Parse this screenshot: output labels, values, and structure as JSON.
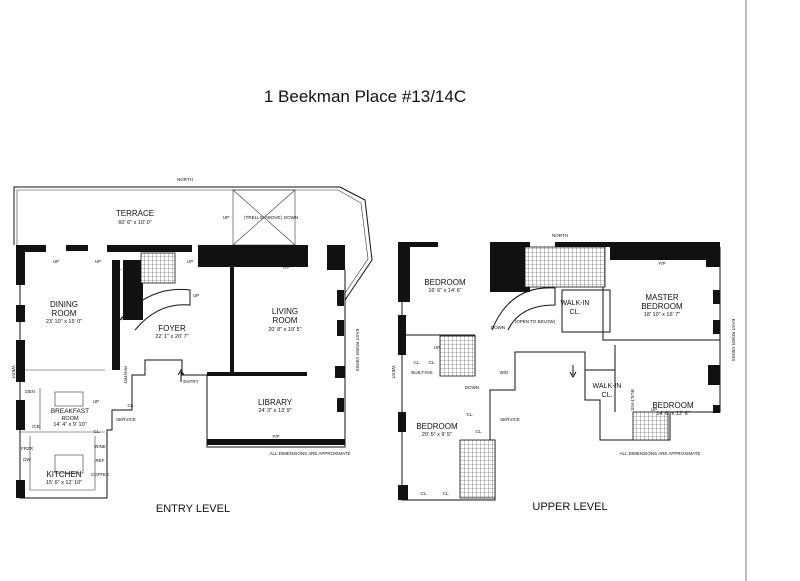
{
  "title": "1 Beekman Place #13/14C",
  "entry_level": {
    "label": "ENTRY LEVEL",
    "north": "NORTH",
    "west": "WEST",
    "east": "EAST RIVER VIEWS",
    "note": "ALL DIMENSIONS ARE APPROXIMATE",
    "terrace": {
      "name": "TERRACE",
      "dims": "60' 6\" x 10' 0\""
    },
    "trellis": {
      "up": "UP",
      "label": "(TRELLIS ABOVE)",
      "down": "DOWN"
    },
    "dining": {
      "name1": "DINING",
      "name2": "ROOM",
      "dims": "23' 10\" x 15' 0\""
    },
    "foyer": {
      "name": "FOYER",
      "dims": "22' 1\" x 20' 7\""
    },
    "living": {
      "name1": "LIVING",
      "name2": "ROOM",
      "dims": "20' 8\" x 19' 5\""
    },
    "library": {
      "name": "LIBRARY",
      "dims": "24' 3\" x 13' 9\""
    },
    "breakfast": {
      "name1": "BREAKFAST",
      "name2": "ROOM",
      "dims": "14' 4\" x 9' 10\""
    },
    "kitchen": {
      "name": "KITCHEN",
      "dims": "15' 6\" x 12' 10\""
    },
    "labels": {
      "cl": "CL.",
      "up": "UP",
      "pantry": "PANTRY",
      "entry": "ENTRY",
      "service": "SERVICE",
      "fp": "F/P",
      "den": "DEN",
      "wine": "WINE",
      "ref": "REF",
      "coffee": "COFFEE",
      "frzr": "FRZR",
      "dw": "DW",
      "ice": "ICE"
    }
  },
  "upper_level": {
    "label": "UPPER LEVEL",
    "north": "NORTH",
    "west": "WEST",
    "east": "EAST RIVER VIEWS",
    "note": "ALL DIMENSIONS ARE APPROXIMATE",
    "bedroom_nw": {
      "name": "BEDROOM",
      "dims": "16' 6\" x 14' 6\""
    },
    "master": {
      "name1": "MASTER",
      "name2": "BEDROOM",
      "dims": "18' 10\" x 16' 7\""
    },
    "bedroom_e": {
      "name": "BEDROOM",
      "dims": "14' 6\" x 12' 6\""
    },
    "bedroom_w": {
      "name": "BEDROOM",
      "dims": "20' 5\" x 9' 5\""
    },
    "labels": {
      "walkin1": "WALK-IN",
      "walkin2": "CL.",
      "open": "(OPEN TO BELOW)",
      "down": "DOWN",
      "cl": "CL.",
      "builtins": "BUILT-INS",
      "service": "SERVICE",
      "fp": "F/P",
      "up": "UP",
      "wd": "W/D"
    }
  }
}
